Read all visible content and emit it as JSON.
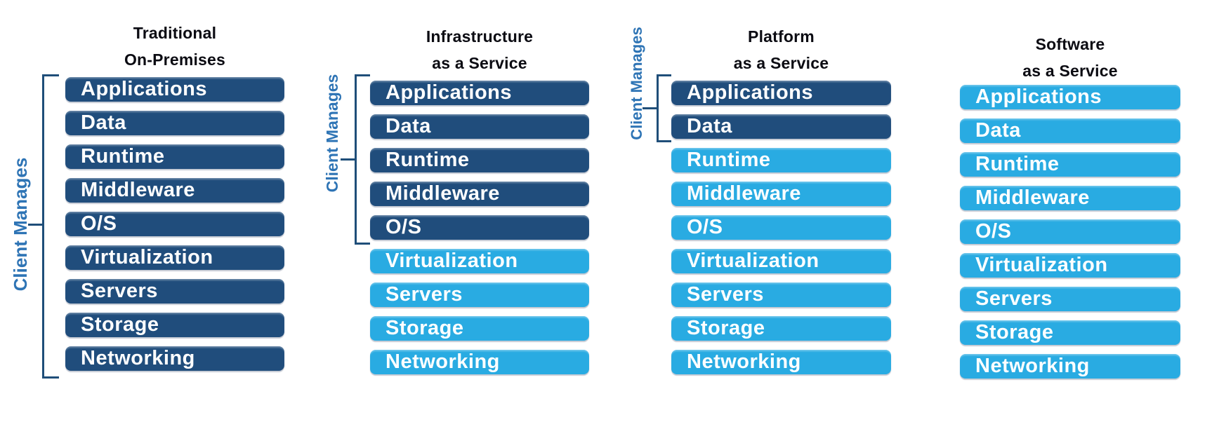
{
  "bracket_label": "Client Manages",
  "layers": [
    "Applications",
    "Data",
    "Runtime",
    "Middleware",
    "O/S",
    "Virtualization",
    "Servers",
    "Storage",
    "Networking"
  ],
  "columns": [
    {
      "title_line1": "Traditional",
      "title_line2": "On-Premises",
      "client_managed_layers": 9,
      "provider_managed_layers": 0,
      "has_client_bracket": true
    },
    {
      "title_line1": "Infrastructure",
      "title_line2": "as a Service",
      "client_managed_layers": 5,
      "provider_managed_layers": 4,
      "has_client_bracket": true
    },
    {
      "title_line1": "Platform",
      "title_line2": "as a Service",
      "client_managed_layers": 2,
      "provider_managed_layers": 7,
      "has_client_bracket": true
    },
    {
      "title_line1": "Software",
      "title_line2": "as a Service",
      "client_managed_layers": 0,
      "provider_managed_layers": 9,
      "has_client_bracket": false
    }
  ],
  "colors": {
    "client": "#204D7C",
    "provider": "#29ABE2",
    "line": "#1F4E79",
    "label": "#2E74B5",
    "header": "#0B0B12",
    "bartext": "#FFFFFF"
  }
}
